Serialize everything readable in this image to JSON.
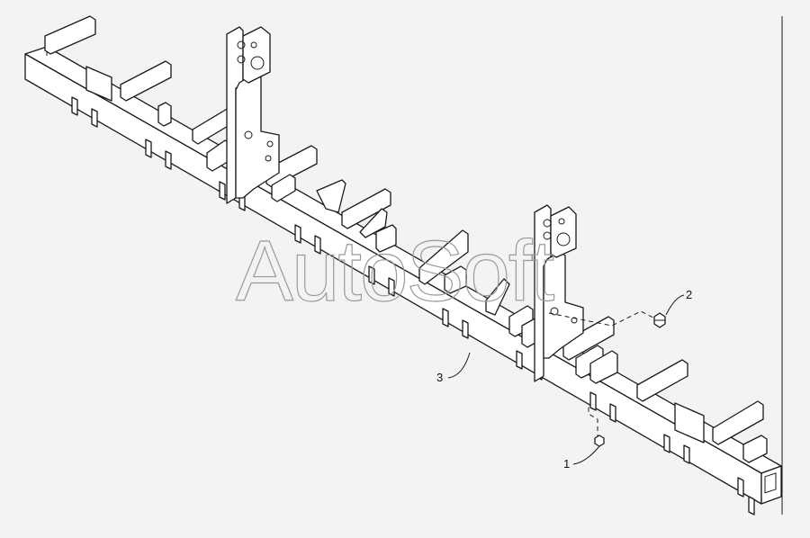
{
  "watermark": "AutoSoft",
  "callouts": [
    {
      "id": "1",
      "label": "1"
    },
    {
      "id": "2",
      "label": "2"
    },
    {
      "id": "3",
      "label": "3"
    }
  ],
  "colors": {
    "background": "#f3f3f3",
    "line": "#1a1a1a",
    "watermark": "#9a9a9a"
  }
}
